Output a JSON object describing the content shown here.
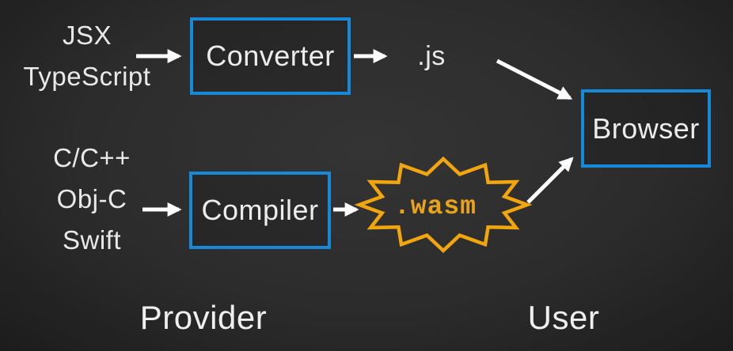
{
  "nodes": {
    "jsx": "JSX",
    "typescript": "TypeScript",
    "converter": "Converter",
    "js_output": ".js",
    "c_cpp": "C/C++",
    "objc": "Obj-C",
    "swift": "Swift",
    "compiler": "Compiler",
    "wasm_output": ".wasm",
    "browser": "Browser"
  },
  "groups": {
    "provider": "Provider",
    "user": "User"
  },
  "colors": {
    "background": "#2b2b2b",
    "box_border_blue": "#1689d8",
    "starburst_orange": "#f2a60d",
    "wasm_text_orange": "#e9a31b",
    "arrow_white": "#ffffff",
    "text_light": "#e9e9e9"
  }
}
